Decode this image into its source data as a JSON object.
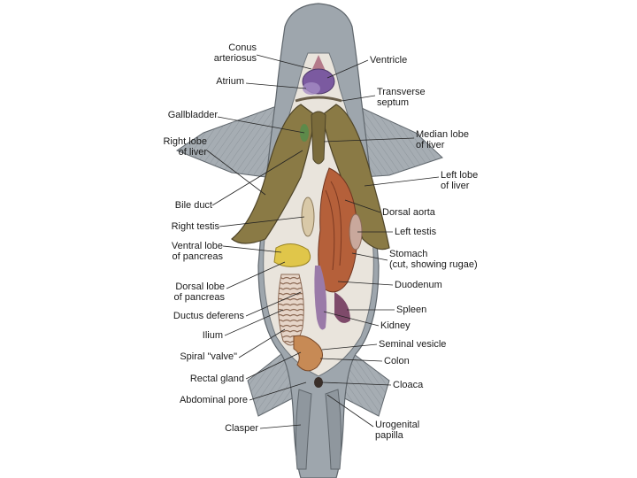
{
  "diagram": {
    "labels_left": {
      "conus_arteriosus": [
        "Conus",
        "arteriosus"
      ],
      "atrium": "Atrium",
      "gallbladder": "Gallbladder",
      "right_lobe_liver": [
        "Right lobe",
        "of liver"
      ],
      "bile_duct": "Bile duct",
      "right_testis": "Right testis",
      "ventral_lobe_pancreas": [
        "Ventral lobe",
        "of pancreas"
      ],
      "dorsal_lobe_pancreas": [
        "Dorsal lobe",
        "of pancreas"
      ],
      "ductus_deferens": "Ductus deferens",
      "ilium": "Ilium",
      "spiral_valve": "Spiral \"valve\"",
      "rectal_gland": "Rectal gland",
      "abdominal_pore": "Abdominal pore",
      "clasper": "Clasper"
    },
    "labels_right": {
      "ventricle": "Ventricle",
      "transverse_septum": [
        "Transverse",
        "septum"
      ],
      "median_lobe_liver": [
        "Median lobe",
        "of liver"
      ],
      "left_lobe_liver": [
        "Left lobe",
        "of liver"
      ],
      "dorsal_aorta": "Dorsal aorta",
      "left_testis": "Left testis",
      "stomach": [
        "Stomach",
        "(cut, showing rugae)"
      ],
      "duodenum": "Duodenum",
      "spleen": "Spleen",
      "kidney": "Kidney",
      "seminal_vesicle": "Seminal vesicle",
      "colon": "Colon",
      "cloaca": "Cloaca",
      "urogenital_papilla": [
        "Urogenital",
        "papilla"
      ]
    },
    "colors": {
      "body": "#9ea6ad",
      "body_dark": "#6f767c",
      "liver": "#8a7a45",
      "liver_dark": "#5e5230",
      "stomach": "#b5603a",
      "heart": "#7b5aa0",
      "pancreas": "#e0c64a",
      "kidney": "#9a7aa8",
      "intestine": "#c78a55",
      "cavity": "#e9e4dc"
    }
  }
}
